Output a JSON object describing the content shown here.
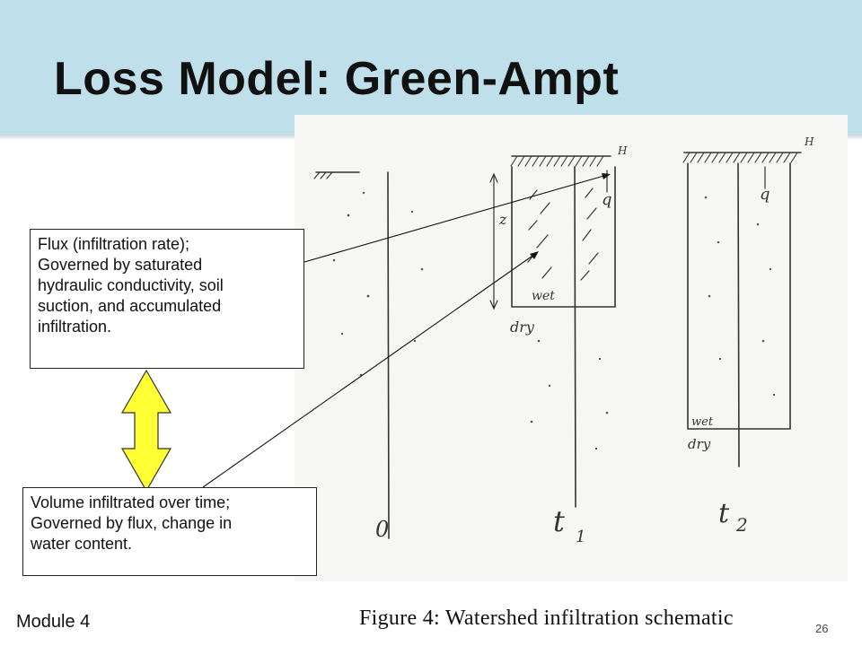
{
  "slide": {
    "title": "Loss Model: Green-Ampt",
    "footer_left": "Module 4",
    "page_number": "26"
  },
  "callouts": {
    "flux": {
      "lines": [
        "Flux (infiltration rate);",
        "Governed by saturated",
        "hydraulic conductivity, soil",
        "suction, and accumulated",
        "infiltration."
      ]
    },
    "volume": {
      "lines": [
        "Volume infiltrated over time;",
        "Governed by flux, change in",
        "water content."
      ]
    }
  },
  "figure": {
    "caption": "Figure 4:  Watershed infiltration schematic",
    "time_labels": [
      "0",
      "t",
      "1",
      "t",
      "2"
    ],
    "sketch_labels": {
      "H": "H",
      "q": "q",
      "z": "z",
      "wet": "wet",
      "dry": "dry"
    }
  },
  "colors": {
    "header_band": "#bfe0eb",
    "arrow_fill": "#ffff33",
    "pencil": "#333333"
  }
}
